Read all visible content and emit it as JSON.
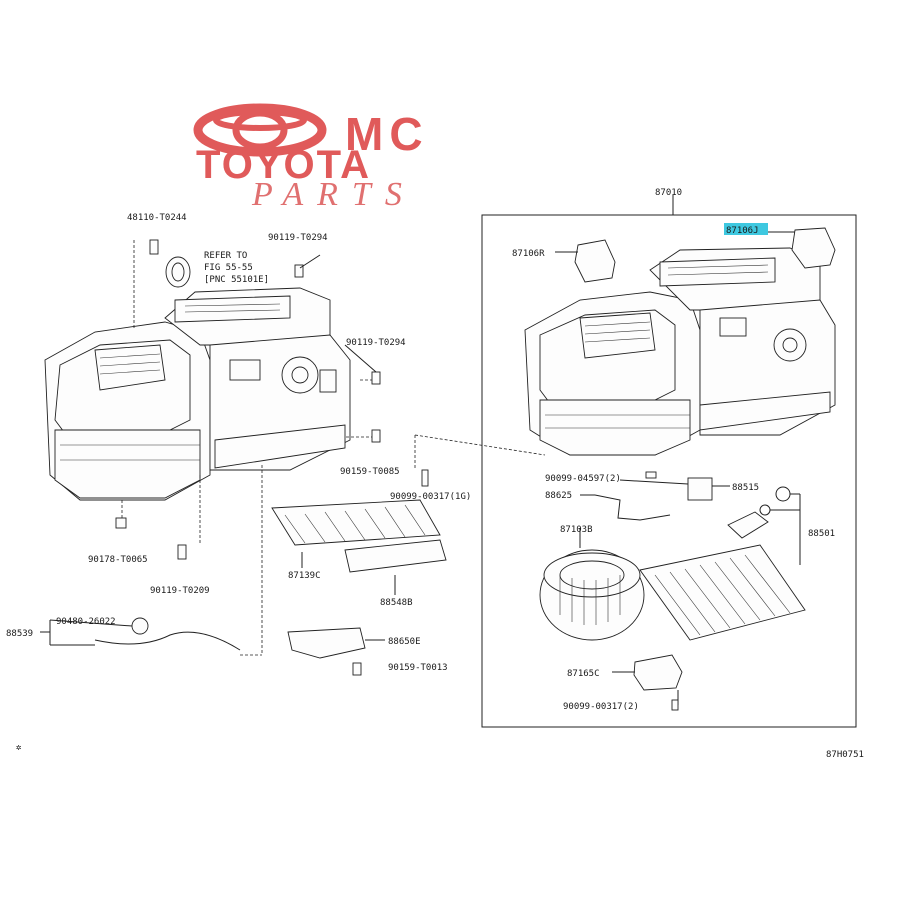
{
  "logo": {
    "line1": "MC",
    "line2": "TOYOTA",
    "line3": "PARTS",
    "color": "#e05a5a"
  },
  "callouts": [
    {
      "id": "c87010",
      "text": "87010"
    },
    {
      "id": "c87106j",
      "text": "87106J"
    },
    {
      "id": "c87106r",
      "text": "87106R"
    },
    {
      "id": "c90119a",
      "text": "90119-T0294"
    },
    {
      "id": "c90119b",
      "text": "90119-T0294"
    },
    {
      "id": "c48110",
      "text": "48110-T0244"
    },
    {
      "id": "crefer1",
      "text": "REFER TO"
    },
    {
      "id": "crefer2",
      "text": "FIG 55-55"
    },
    {
      "id": "crefer3",
      "text": "[PNC 55101E]"
    },
    {
      "id": "c90159a",
      "text": "90159-T0085"
    },
    {
      "id": "c90099a",
      "text": "90099-00317(1G)"
    },
    {
      "id": "c90099b",
      "text": "90099-04597(2)"
    },
    {
      "id": "c88515",
      "text": "88515"
    },
    {
      "id": "c88625",
      "text": "88625"
    },
    {
      "id": "c88501",
      "text": "88501"
    },
    {
      "id": "c87103",
      "text": "87103B"
    },
    {
      "id": "c87139",
      "text": "87139C"
    },
    {
      "id": "c88548",
      "text": "88548B"
    },
    {
      "id": "c90178",
      "text": "90178-T0065"
    },
    {
      "id": "c90119c",
      "text": "90119-T0209"
    },
    {
      "id": "c88539",
      "text": "88539"
    },
    {
      "id": "c90480",
      "text": "90480-26022"
    },
    {
      "id": "c88650",
      "text": "88650E"
    },
    {
      "id": "c90159b",
      "text": "90159-T0013"
    },
    {
      "id": "c87165",
      "text": "87165C"
    },
    {
      "id": "c90099c",
      "text": "90099-00317(2)"
    },
    {
      "id": "cfig",
      "text": "87H0751"
    },
    {
      "id": "cmark",
      "text": "✲"
    }
  ],
  "colors": {
    "highlight": "#3ec8e0",
    "ink": "#222222"
  }
}
